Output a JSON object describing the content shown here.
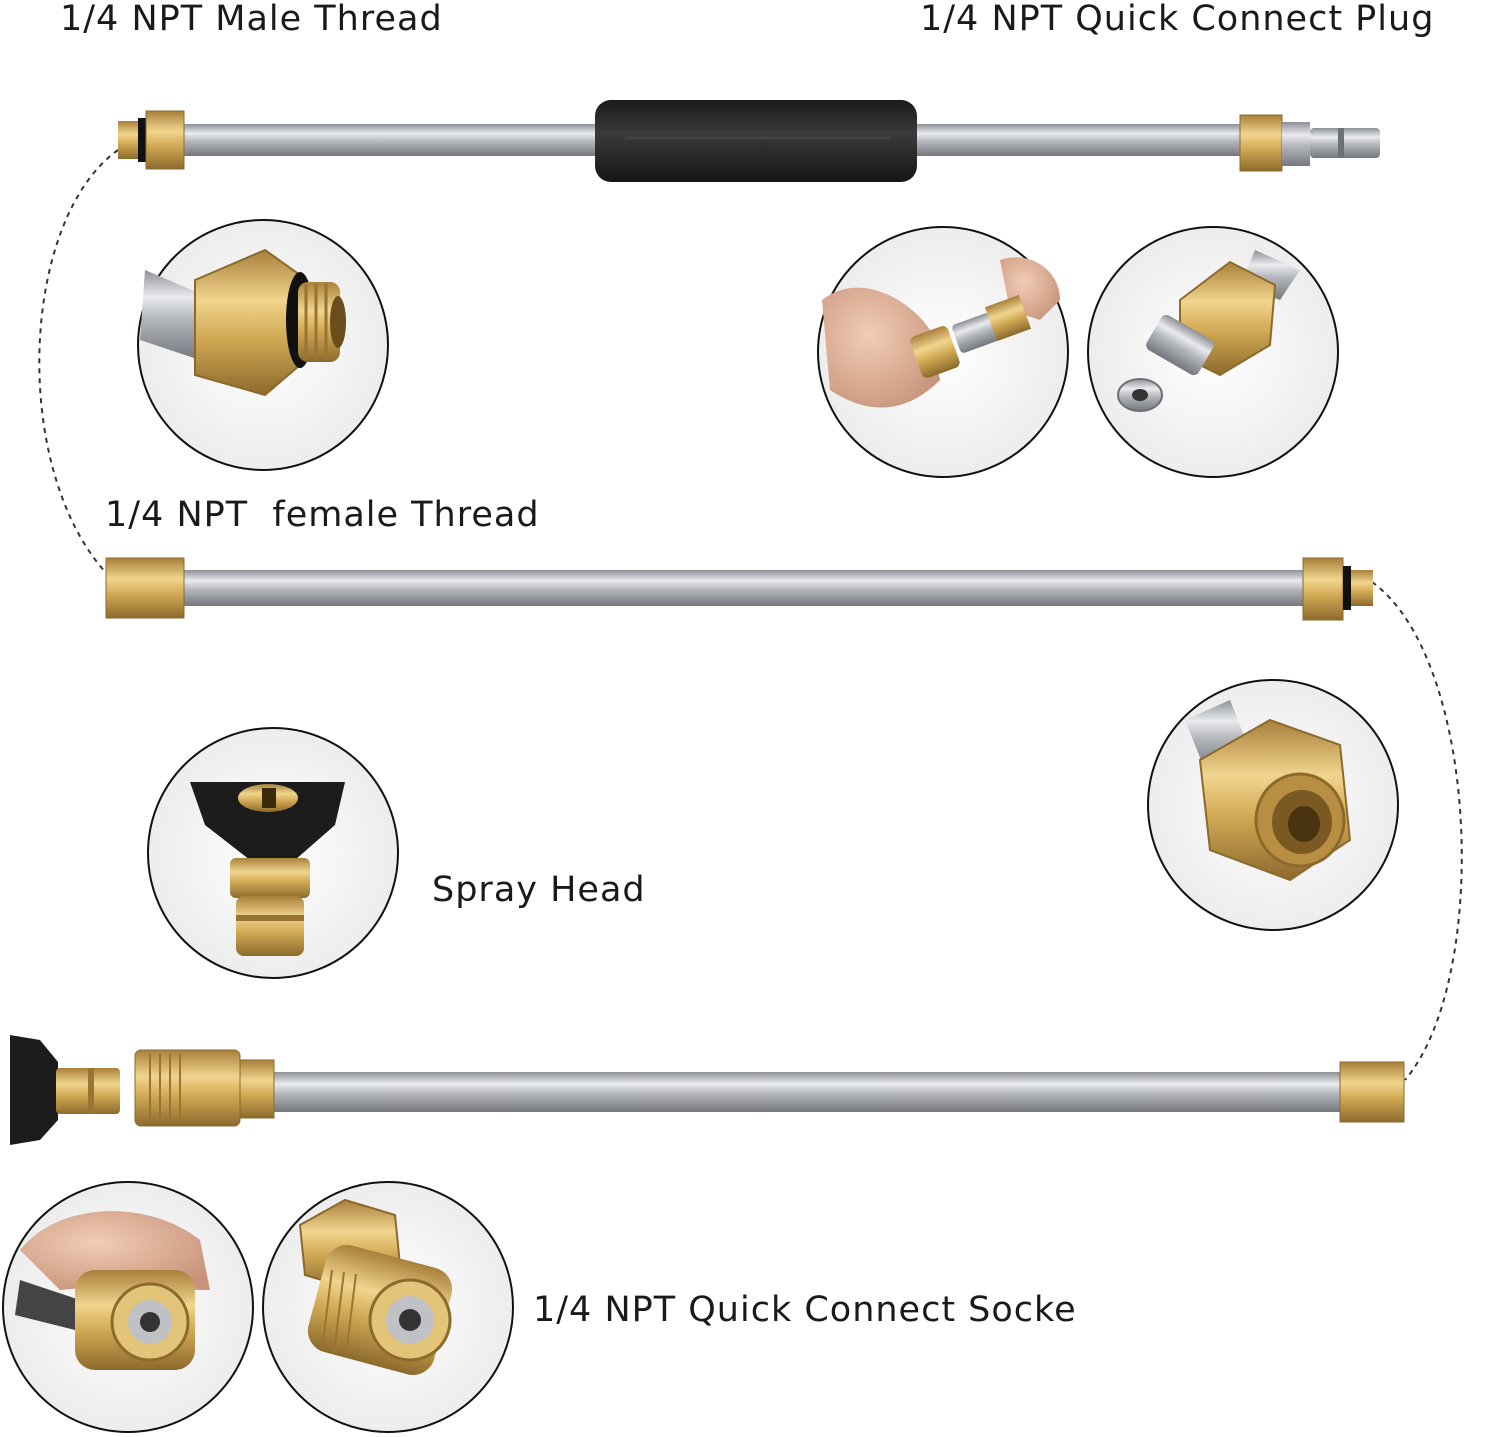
{
  "labels": {
    "male_thread": "1/4 NPT Male Thread",
    "quick_connect_plug": "1/4 NPT Quick Connect Plug",
    "female_thread": "1/4 NPT  female Thread",
    "spray_head": "Spray Head",
    "quick_connect_socket": "1/4 NPT Quick Connect Socke"
  },
  "colors": {
    "brass": "#d9b25a",
    "brass_dark": "#a8803a",
    "steel": "#b5b8bd",
    "steel_dark": "#7e8288",
    "grip": "#2b2b2b",
    "nozzle": "#1c1c1c",
    "connector_line": "#333333"
  }
}
